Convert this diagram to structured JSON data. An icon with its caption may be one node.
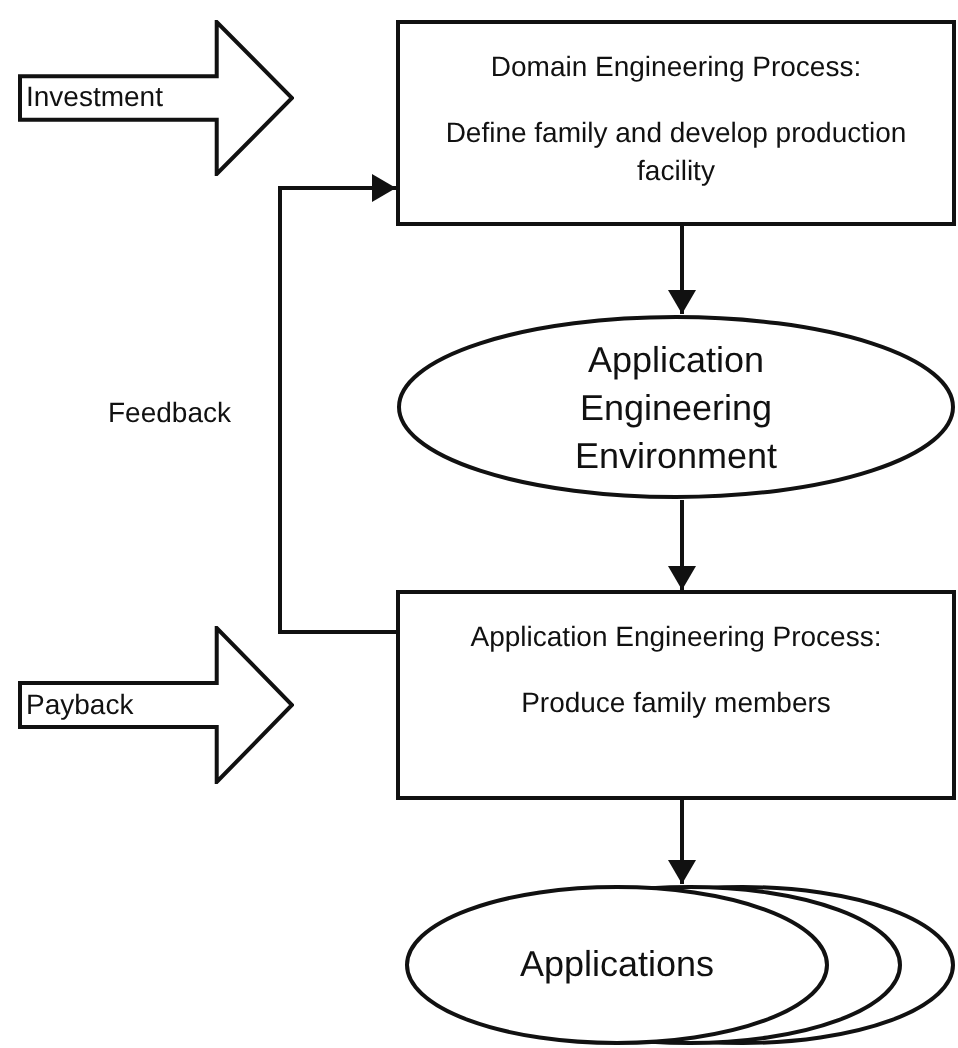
{
  "diagram": {
    "nodes": [
      {
        "text": [
          "Investment"
        ]
      },
      {
        "text": [
          "Domain Engineering Process:",
          "Define family and develop production facility"
        ]
      },
      {
        "text": [
          "Application Engineering Environment"
        ]
      },
      {
        "text": [
          "Payback"
        ]
      },
      {
        "text": [
          "Application Engineering Process:",
          "Produce family members"
        ]
      },
      {
        "text": [
          "Applications"
        ]
      }
    ],
    "edges": [
      {
        "from": 1,
        "to": 2,
        "arrow": "to"
      },
      {
        "from": 2,
        "to": 4,
        "arrow": "to"
      },
      {
        "from": 4,
        "to": 1,
        "arrow": "to",
        "label": "Feedback"
      },
      {
        "from": 4,
        "to": 5,
        "arrow": "to"
      }
    ]
  }
}
